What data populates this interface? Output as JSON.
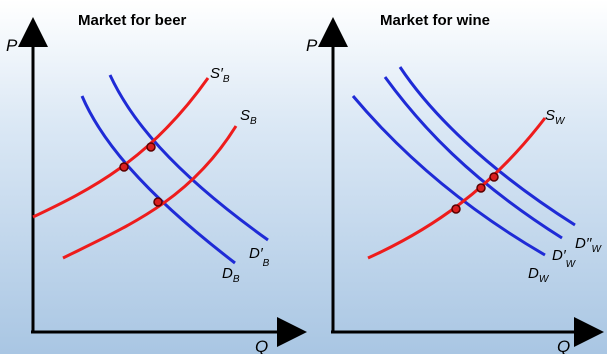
{
  "beer": {
    "title": "Market for beer",
    "p_label": "P",
    "q_label": "Q",
    "supply_shifted": {
      "main": "S′",
      "sub": "B"
    },
    "supply": {
      "main": "S",
      "sub": "B"
    },
    "demand_shifted": {
      "main": "D′",
      "sub": "B"
    },
    "demand": {
      "main": "D",
      "sub": "B"
    }
  },
  "wine": {
    "title": "Market for wine",
    "p_label": "P",
    "q_label": "Q",
    "supply": {
      "main": "S",
      "sub": "W"
    },
    "demand_double": {
      "main": "D′′",
      "sub": "W"
    },
    "demand_shifted": {
      "main": "D′",
      "sub": "W"
    },
    "demand": {
      "main": "D",
      "sub": "W"
    }
  },
  "colors": {
    "demand": "#1f2bd6",
    "supply": "#ee1c1c",
    "equilibrium": "#d92020",
    "axis": "#000000"
  }
}
